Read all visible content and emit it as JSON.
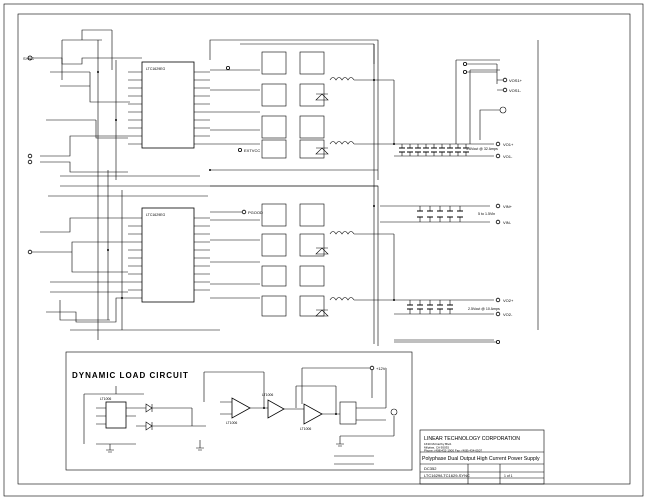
{
  "title_block": {
    "company": "LINEAR TECHNOLOGY CORPORATION",
    "address_1": "1630 McCarthy Blvd.",
    "address_2": "Milpitas, CA 95035",
    "phone": "Phone: (408)432-1900   Fax: (408) 434-0507",
    "title": "Polyphase Dual Output High Current Power Supply",
    "drawing_no": "DC352",
    "part_no": "LTC1629/LTC1629-SYNC",
    "sheet": "1 of 1"
  },
  "section_labels": {
    "dynamic_load": "DYNAMIC LOAD CIRCUIT"
  },
  "nets": {
    "vin_plus": "VIN+",
    "vin_minus": "VIN-",
    "vo1_plus": "VO1+",
    "vo1_minus": "VO1-",
    "vo2_plus": "VO2+",
    "vo2_minus": "VO2-",
    "vo1_rating": "1.6Vout @ 32 Amps",
    "vo2_rating": "2.5Vout @ 10 Amps",
    "vin_range": "5 to 1.5Vin",
    "extvcc": "EXTVCC",
    "pgood": "PGOOD",
    "sync": "SYNC",
    "plus12v": "+12V",
    "sense1": "VOS1+",
    "sense2": "VOS1-"
  },
  "ics": {
    "u1": "LTC1629EG",
    "u2": "LTC1629EG",
    "u3": "LT1006",
    "u4": "LT1006",
    "u5": "LT1006",
    "u6": "LT1006"
  }
}
